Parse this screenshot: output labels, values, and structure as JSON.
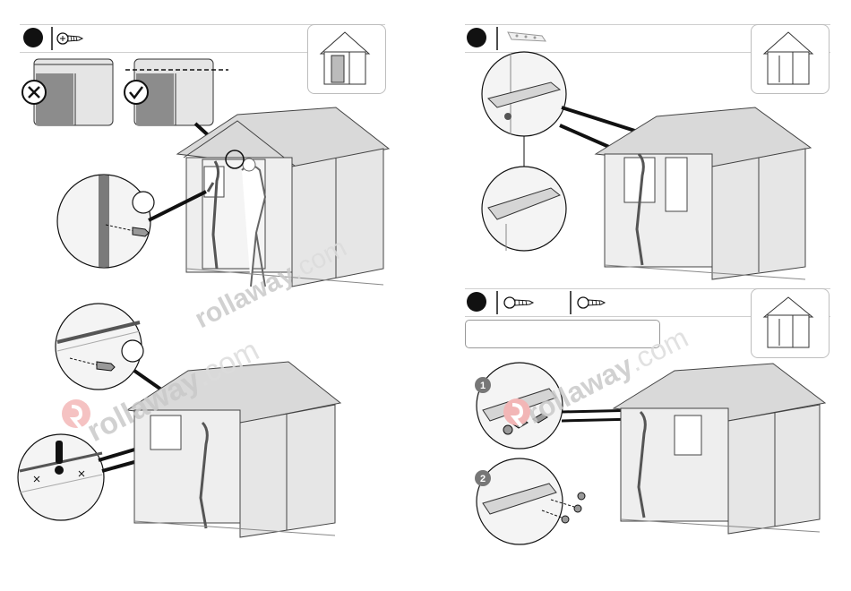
{
  "watermark": {
    "brand": "rollaway",
    "suffix": ".com"
  },
  "panels": [
    {
      "position": "top-left",
      "icons": [
        "screw-icon"
      ],
      "has_thumbnail": true
    },
    {
      "position": "top-right",
      "icons": [
        "bracket-icon"
      ],
      "has_thumbnail": true
    },
    {
      "position": "bottom-left",
      "icons": [],
      "has_thumbnail": false
    },
    {
      "position": "bottom-right",
      "icons": [
        "screw-icon",
        "screw-icon"
      ],
      "has_thumbnail": true,
      "badges": [
        "1",
        "2"
      ]
    }
  ],
  "badges": {
    "one": "1",
    "two": "2"
  }
}
